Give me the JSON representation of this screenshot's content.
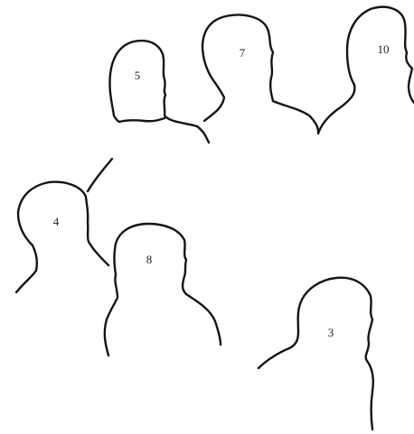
{
  "figures": [
    {
      "id": "fig-5",
      "label": "5"
    },
    {
      "id": "fig-7",
      "label": "7"
    },
    {
      "id": "fig-10",
      "label": "10"
    },
    {
      "id": "fig-4",
      "label": "4"
    },
    {
      "id": "fig-8",
      "label": "8"
    },
    {
      "id": "fig-3",
      "label": "3"
    }
  ],
  "style": {
    "ink": "#141414",
    "background": "#ffffff"
  }
}
